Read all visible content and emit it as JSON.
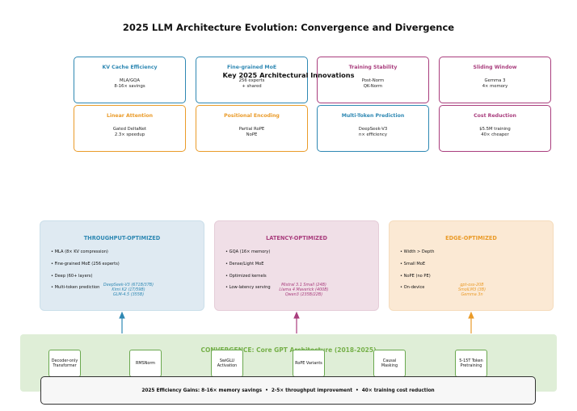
{
  "title": "2025 LLM Architecture Evolution: Convergence and Divergence",
  "innovations": {
    "heading": "Key 2025 Architectural Innovations",
    "cards": [
      {
        "title": "KV Cache Efficiency",
        "desc": "MLA/GQA\n8-16× savings",
        "color": "#2e88b3"
      },
      {
        "title": "Fine-grained MoE",
        "desc": "256 experts\n+ shared",
        "color": "#2e88b3"
      },
      {
        "title": "Training Stability",
        "desc": "Post-Norm\nQK-Norm",
        "color": "#a93d7d"
      },
      {
        "title": "Sliding Window",
        "desc": "Gemma 3\n4× memory",
        "color": "#a93d7d"
      },
      {
        "title": "Linear Attention",
        "desc": "Gated DeltaNet\n2.3× speedup",
        "color": "#ea9b29"
      },
      {
        "title": "Positional Encoding",
        "desc": "Partial RoPE\nNoPE",
        "color": "#ea9b29"
      },
      {
        "title": "Multi-Token Prediction",
        "desc": "DeepSeek-V3\nn× efficiency",
        "color": "#2e88b3"
      },
      {
        "title": "Cost Reduction",
        "desc": "$5.5M training\n40× cheaper",
        "color": "#a93d7d"
      }
    ]
  },
  "branches": [
    {
      "heading": "THROUGHPUT-OPTIMIZED",
      "color": "#2e88b3",
      "bullets": [
        "• MLA (8× KV compression)",
        "• Fine-grained MoE (256 experts)",
        "• Deep (60+ layers)",
        "• Multi-token prediction"
      ],
      "examples": "DeepSeek-V3 (671B/37B)\nKimi K2 (1T/59B)\nGLM-4.5 (355B)"
    },
    {
      "heading": "LATENCY-OPTIMIZED",
      "color": "#a93d7d",
      "bullets": [
        "• GQA (16× memory)",
        "• Dense/Light MoE",
        "• Optimized kernels",
        "• Low-latency serving"
      ],
      "examples": "Mistral 3.1 Small (24B)\nLlama 4 Maverick (400B)\nQwen3 (235B/22B)"
    },
    {
      "heading": "EDGE-OPTIMIZED",
      "color": "#ea9b29",
      "bullets": [
        "• Width > Depth",
        "• Small MoE",
        "• NoPE (no PE)",
        "• On-device"
      ],
      "examples": "gpt-oss-20B\nSmolLM3 (3B)\nGemma 3n"
    }
  ],
  "convergence": {
    "heading": "CONVERGENCE: Core GPT Architecture (2018-2025)",
    "components": [
      "Decoder-only\nTransformer",
      "RMSNorm",
      "SwiGLU\nActivation",
      "RoPE Variants",
      "Causal\nMasking",
      "5-15T Token\nPretraining"
    ]
  },
  "footer": "2025 Efficiency Gains: 8-16× memory savings  •  2-5× throughput improvement  •  40× training cost reduction"
}
